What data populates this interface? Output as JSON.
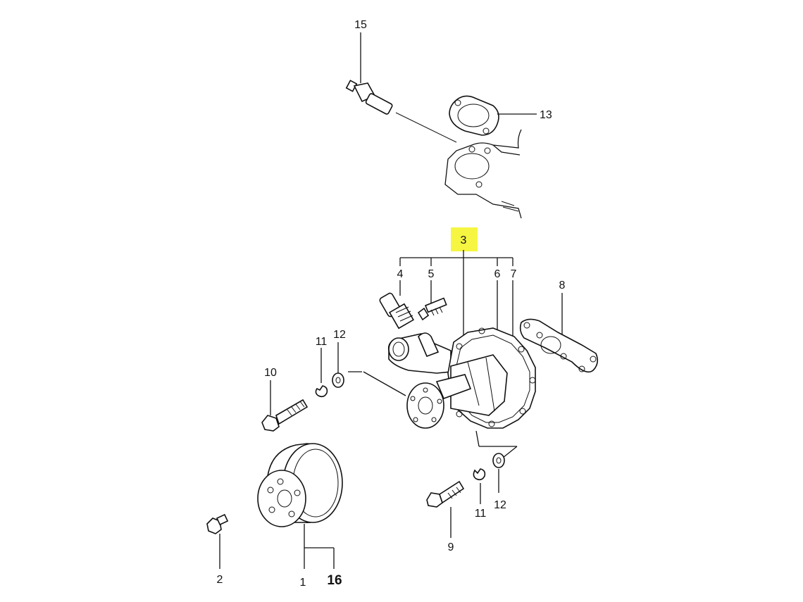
{
  "diagram": {
    "highlight_color": "#f5f542",
    "line_color": "#111111",
    "labels": {
      "p1": "1",
      "p2": "2",
      "p3": "3",
      "p4": "4",
      "p5": "5",
      "p6": "6",
      "p7": "7",
      "p8": "8",
      "p9": "9",
      "p10": "10",
      "p11a": "11",
      "p11b": "11",
      "p12a": "12",
      "p12b": "12",
      "p13": "13",
      "p15": "15",
      "p16": "16"
    }
  }
}
